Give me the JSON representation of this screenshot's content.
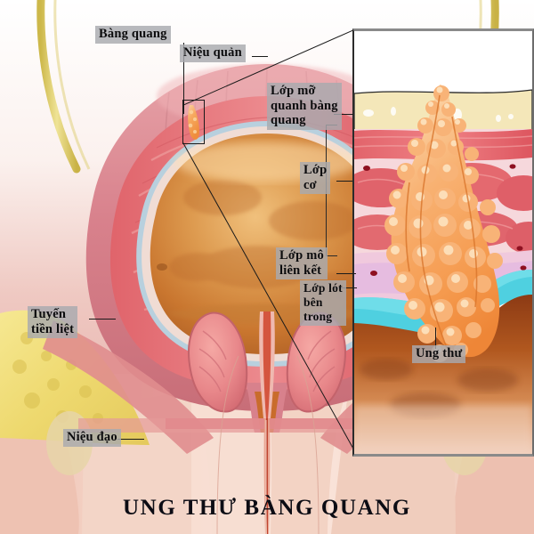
{
  "figure": {
    "title": "UNG THƯ BÀNG QUANG",
    "subject": "bladder-cancer-anatomical-illustration"
  },
  "labels": {
    "bladder": "Bàng quang",
    "ureter": "Niệu quản",
    "perivesical_fat": "Lớp mỡ\nquanh bàng\nquang",
    "muscle_layer": "Lớp\ncơ",
    "connective_tissue": "Lớp mô\nliên kết",
    "inner_lining": "Lớp lót\nbên\ntrong",
    "prostate": "Tuyến\ntiền liệt",
    "urethra": "Niệu đạo",
    "cancer": "Ung thư"
  },
  "colors": {
    "label_background": "#a8aaae",
    "label_text": "#0b0b0d",
    "leader_line": "#1a1a1a",
    "title_text": "#0c0c14",
    "body_skin": "#f2cfc2",
    "fat_yellow": "#f2de7e",
    "muscle_red": "#e4656a",
    "wall_pink": "#e08a96",
    "lumen_orange": "#d98a3f",
    "lining_blue": "#9fc4d8",
    "tumor_orange": "#f4a05a",
    "ureter_yellow": "#d9c657",
    "inset_lining_cyan": "#4fd0e0",
    "inset_cream": "#f2e6b8",
    "inset_lumen_brown": "#8c3a14",
    "panel_border": "#8a8a8a"
  },
  "inset_panel": {
    "name": "magnified-bladder-wall-cross-section",
    "layers": [
      "white outer space",
      "perivesical fat (cream)",
      "muscle layer (red bundles)",
      "connective tissue (pink/lavender)",
      "inner lining (cyan)",
      "bladder lumen (brown)"
    ],
    "tumor": "cauliflower-like orange papillary tumor invading from lumen through lining into muscle"
  },
  "callout": {
    "name": "tumor-callout-box",
    "description": "small rectangle on bladder wall marking magnified region"
  }
}
